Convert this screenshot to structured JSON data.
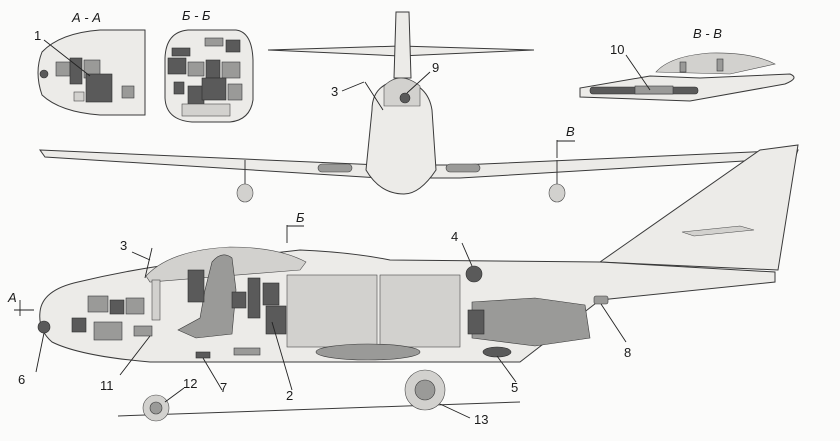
{
  "sections": {
    "aa": "А - А",
    "bb": "Б - Б",
    "vv": "В - В"
  },
  "markers": {
    "a": "А",
    "b": "Б",
    "v": "В"
  },
  "callouts": [
    "1",
    "2",
    "3",
    "4",
    "5",
    "6",
    "7",
    "8",
    "9",
    "10",
    "11",
    "12",
    "13"
  ]
}
